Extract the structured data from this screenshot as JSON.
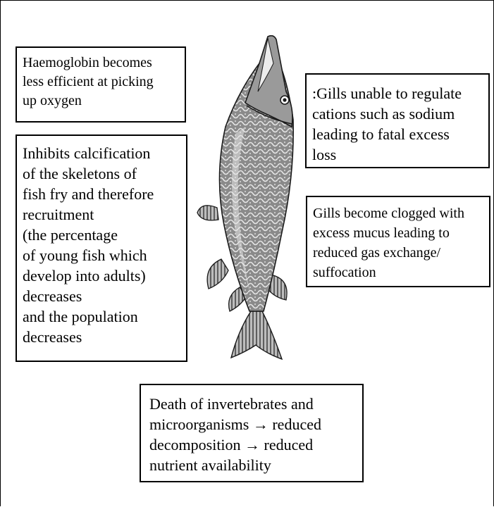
{
  "boxes": {
    "haemoglobin": {
      "lines": [
        "Haemoglobin becomes",
        "less efficient at picking",
        "up oxygen"
      ]
    },
    "calcification": {
      "lines": [
        "Inhibits calcification",
        "of the skeletons of",
        "fish fry and therefore",
        "recruitment",
        "(the percentage",
        "of young fish which",
        "develop into adults)",
        "decreases",
        "and the population",
        "decreases"
      ]
    },
    "cations": {
      "lines": [
        ":Gills unable to regulate",
        "cations such as sodium",
        "leading to fatal excess",
        "loss"
      ]
    },
    "mucus": {
      "lines": [
        "Gills become clogged with",
        "excess mucus leading to",
        "reduced gas exchange/",
        "suffocation"
      ]
    },
    "death": {
      "lines": [
        "Death of invertebrates and",
        "microorganisms → reduced",
        "decomposition → reduced",
        "nutrient availability"
      ]
    }
  },
  "illustration": {
    "subject": "pike-fish-icon",
    "colors": {
      "body": "#8a8a8a",
      "pattern": "#e6e6e6",
      "outline": "#1a1a1a"
    }
  }
}
